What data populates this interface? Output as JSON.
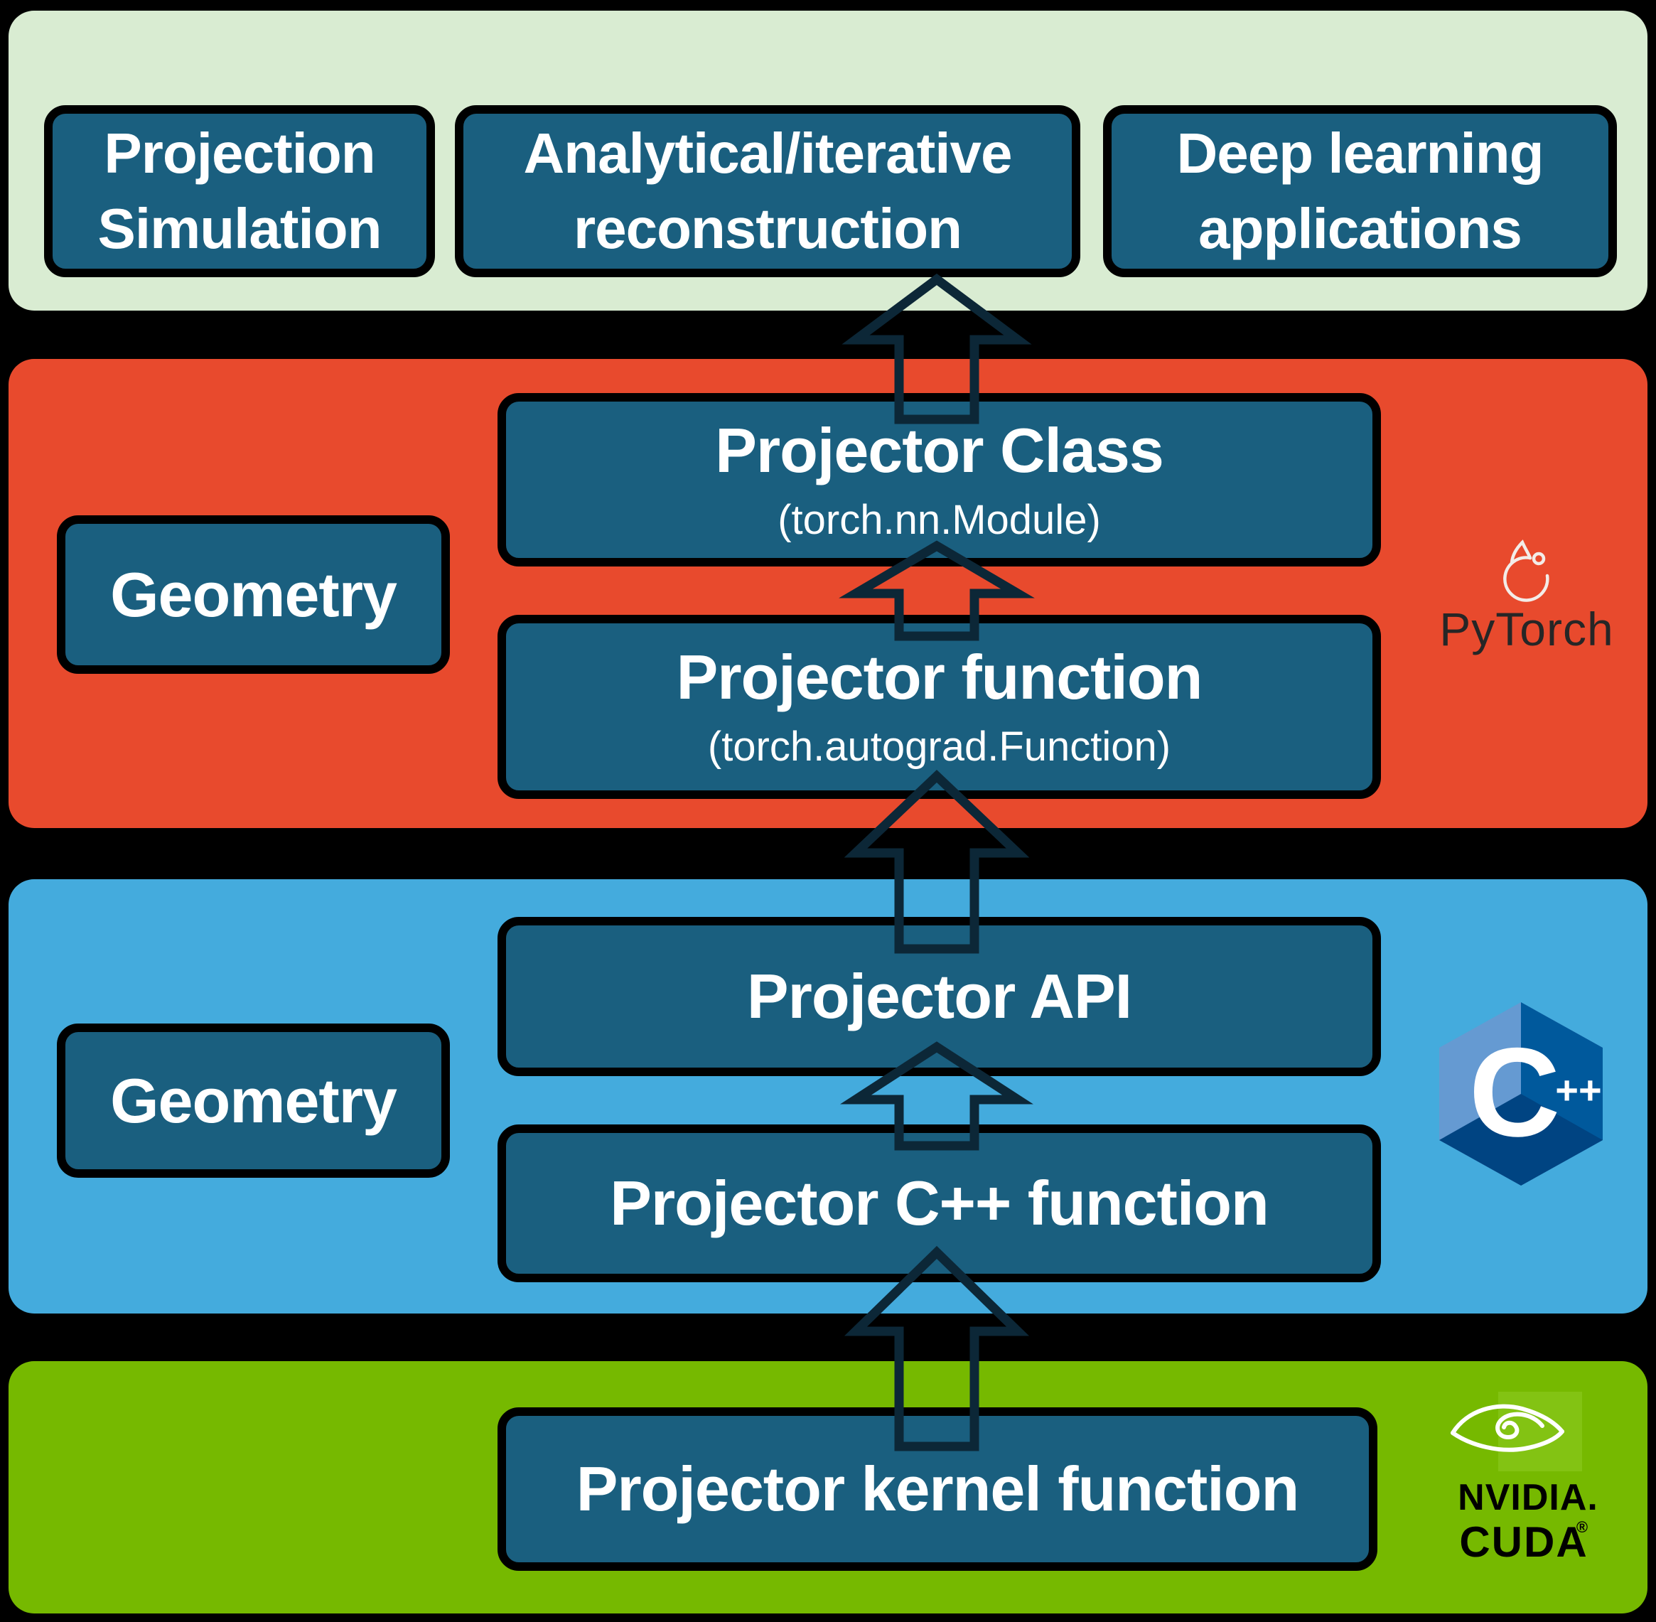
{
  "colors": {
    "background": "#000000",
    "band_applications": "#d9ecd2",
    "band_pytorch": "#e84a2d",
    "band_cpp": "#44abdd",
    "band_cuda": "#76b900",
    "box_fill": "#1a5f7f",
    "box_border": "#000000",
    "text": "#ffffff",
    "arrow_outline": "#0c2737",
    "pytorch_wordmark": "#262626",
    "pytorch_flame": "#f3ece8",
    "cpp_light": "#659ad2",
    "cpp_mid": "#00599c",
    "cpp_dark": "#004482",
    "nvidia_square": "#83c313",
    "nvidia_text": "#000000"
  },
  "applications_layer": {
    "boxes": [
      {
        "line1": "Projection",
        "line2": "Simulation"
      },
      {
        "line1": "Analytical/iterative",
        "line2": "reconstruction"
      },
      {
        "line1": "Deep learning",
        "line2": "applications"
      }
    ]
  },
  "pytorch_layer": {
    "geometry_label": "Geometry",
    "projector_class": {
      "title": "Projector Class",
      "subtitle": "(torch.nn.Module)"
    },
    "projector_function": {
      "title": "Projector function",
      "subtitle": "(torch.autograd.Function)"
    },
    "logo_text": "PyTorch"
  },
  "cpp_layer": {
    "geometry_label": "Geometry",
    "projector_api": "Projector API",
    "projector_cpp_function": "Projector C++ function",
    "logo_letter": "C",
    "logo_plus": "++"
  },
  "cuda_layer": {
    "projector_kernel_function": "Projector kernel function",
    "logo_line1": "NVIDIA.",
    "logo_line2": "CUDA",
    "logo_reg": "®"
  }
}
